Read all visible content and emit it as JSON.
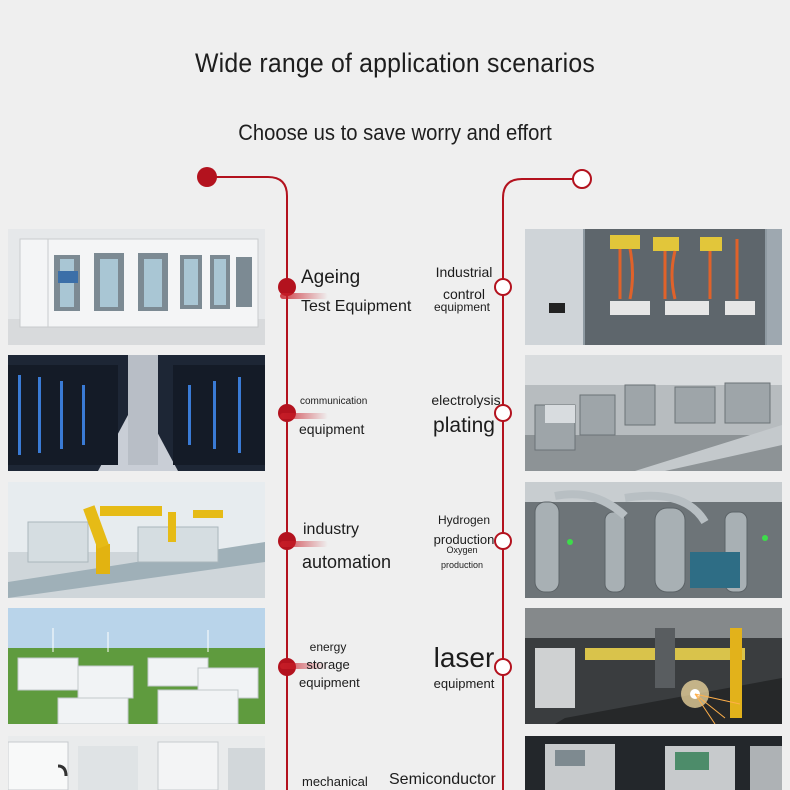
{
  "header": {
    "title": "Wide range of application scenarios",
    "subtitle": "Choose us to save worry and effort"
  },
  "colors": {
    "accent": "#b3121e",
    "background": "#efefef"
  },
  "left_items": [
    {
      "line1": "Ageing",
      "line2": "Test Equipment",
      "photo": "climate-test-chambers"
    },
    {
      "line1": "communication",
      "line2": "equipment",
      "photo": "server-room"
    },
    {
      "line1": "industry",
      "line2": "automation",
      "photo": "robot-arm-production-line"
    },
    {
      "line1": "energy",
      "line2": "storage",
      "line3": "equipment",
      "photo": "battery-containers"
    },
    {
      "line1": "mechanical",
      "photo": "white-machinery"
    }
  ],
  "right_items": [
    {
      "line1": "Industrial",
      "line2": "control",
      "line3": "equipment",
      "photo": "control-cabinet-wiring"
    },
    {
      "line1": "electrolysis",
      "line2": "plating",
      "photo": "plating-plant"
    },
    {
      "line1": "Hydrogen",
      "line2": "production",
      "line3": "Oxygen",
      "line4": "production",
      "photo": "hydrogen-plant"
    },
    {
      "line1": "laser",
      "line2": "equipment",
      "photo": "laser-cutter"
    },
    {
      "line1": "Semiconductor",
      "photo": "lab-instruments"
    }
  ]
}
